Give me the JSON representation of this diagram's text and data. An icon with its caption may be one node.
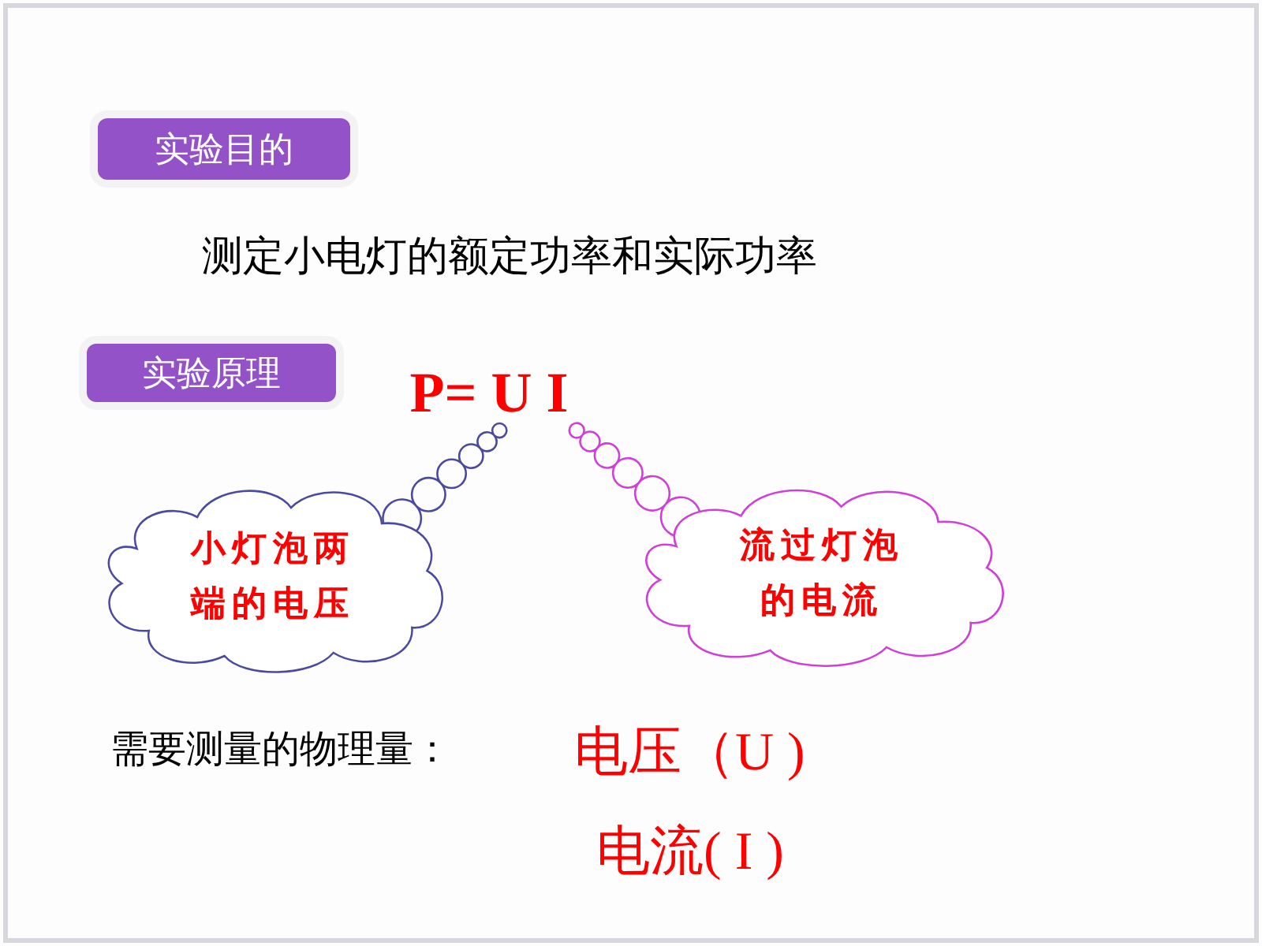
{
  "diagram": {
    "nodes": [
      {
        "text": [
          "实验目的"
        ]
      },
      {
        "text": [
          "实验原理"
        ]
      },
      {
        "text": [
          "P= U I"
        ]
      },
      {
        "text": [
          "小灯泡两端的电压"
        ]
      },
      {
        "text": [
          "流过灯泡的电流"
        ]
      }
    ],
    "edges": [
      {
        "from": 3,
        "to": 2,
        "arrow": "none",
        "color": "#4a4aa0"
      },
      {
        "from": 4,
        "to": 2,
        "arrow": "none",
        "color": "#d040d8"
      }
    ],
    "labels": [
      "测定小电灯的额定功率和实际功率",
      "需要测量的物理量：",
      "电压（U )",
      "电流( I )"
    ]
  }
}
